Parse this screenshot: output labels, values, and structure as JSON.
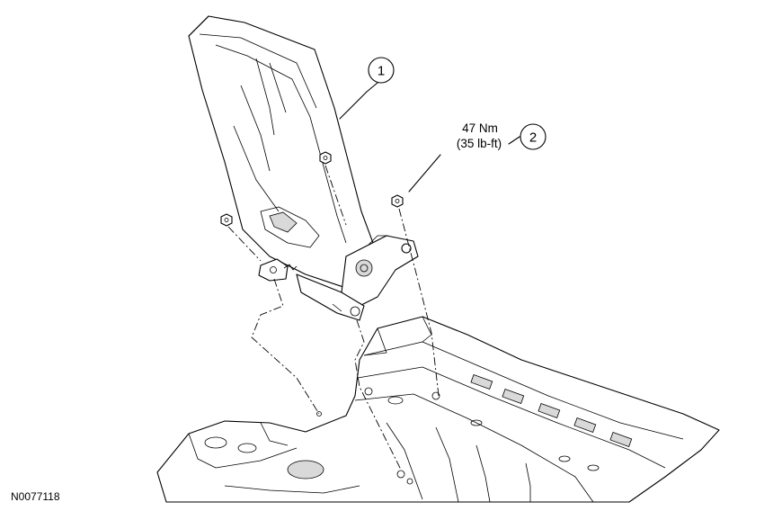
{
  "callouts": [
    {
      "number": "1"
    },
    {
      "number": "2"
    }
  ],
  "torque": {
    "metric": "47 Nm",
    "imperial": "(35 lb-ft)"
  },
  "figure_id": "N0077118"
}
